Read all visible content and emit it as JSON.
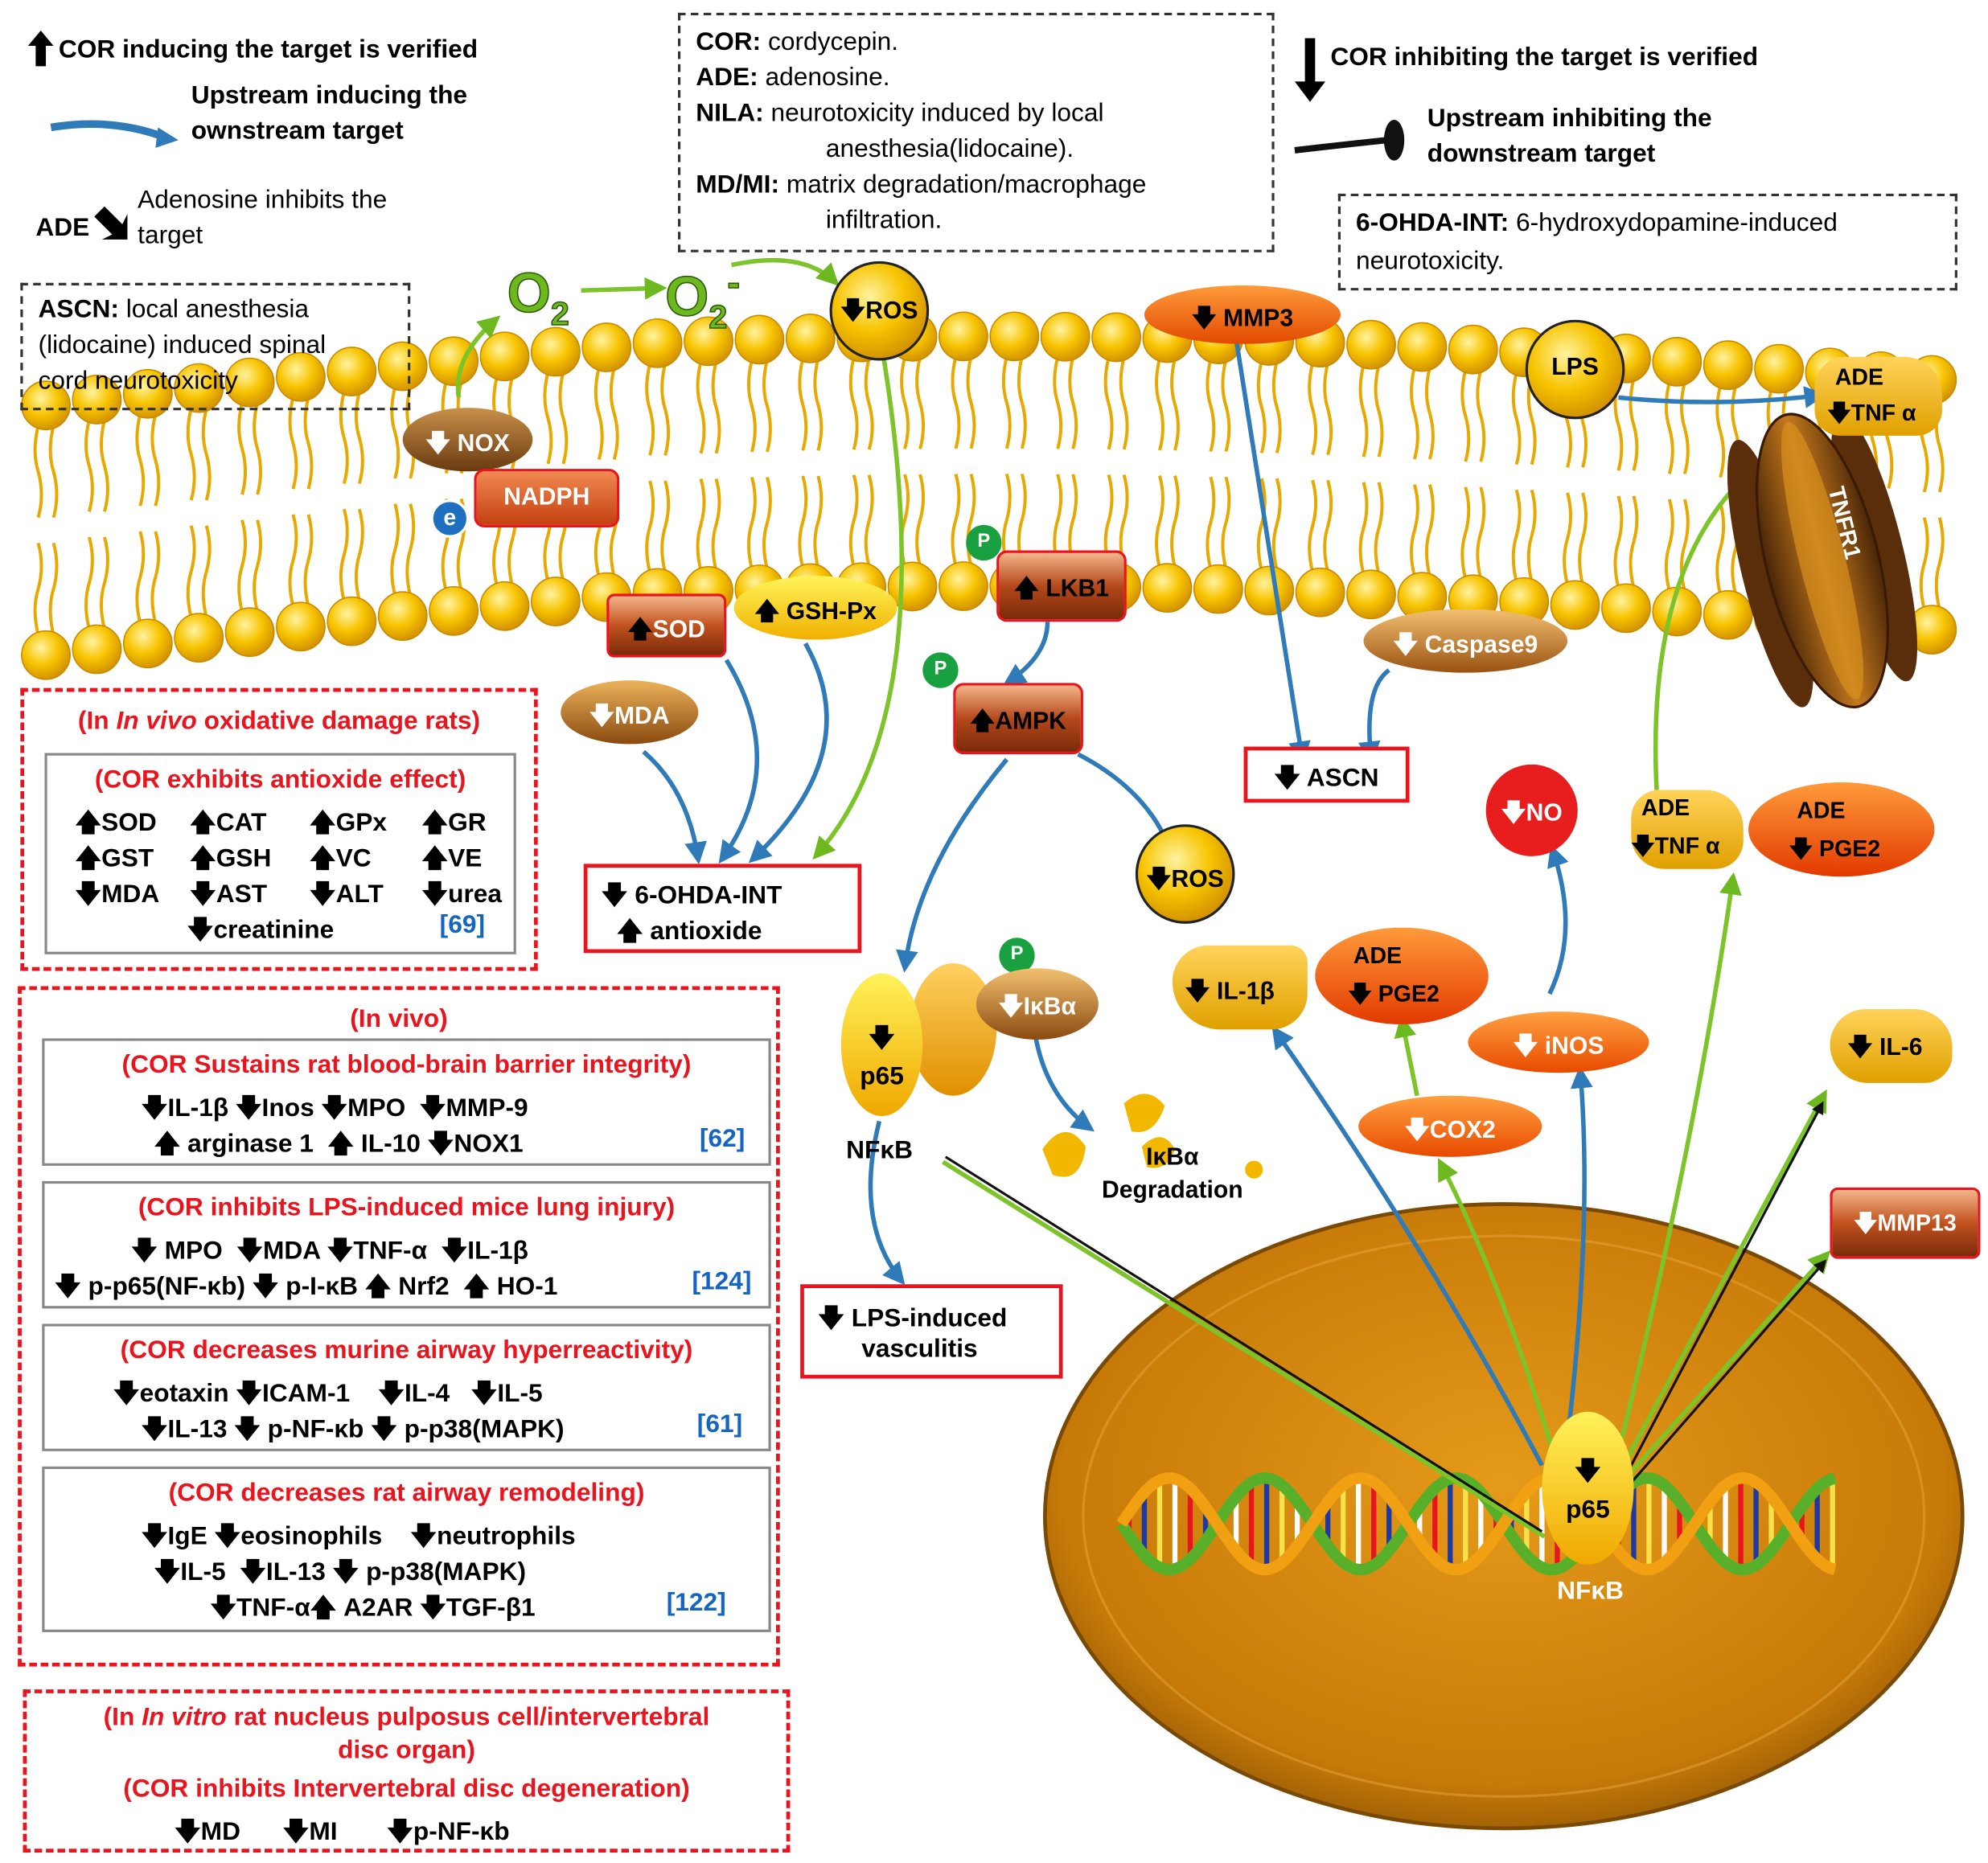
{
  "legend": {
    "induce_verified": "COR inducing the target is verified",
    "upstream_induce_1": "Upstream inducing the",
    "upstream_induce_2": "ownstream target",
    "ade_prefix": "ADE",
    "ade_inhibits_1": "Adenosine inhibits the",
    "ade_inhibits_2": "target",
    "inhibit_verified": "COR inhibiting the target is verified",
    "upstream_inhibit_1": "Upstream inhibiting the",
    "upstream_inhibit_2": "downstream target"
  },
  "abbreviations": {
    "cor_key": "COR:",
    "cor_val": "cordycepin.",
    "ade_key": "ADE:",
    "ade_val": "adenosine.",
    "nila_key": "NILA:",
    "nila_val_1": "neurotoxicity induced  by local",
    "nila_val_2": "anesthesia(lidocaine).",
    "mdmi_key": "MD/MI:",
    "mdmi_val_1": "matrix degradation/macrophage",
    "mdmi_val_2": "infiltration.",
    "ascn_key": "ASCN:",
    "ascn_val_1": "local anesthesia",
    "ascn_val_2": "(lidocaine) induced  spinal",
    "ascn_val_3": "cord neurotoxicity",
    "ohda_key": "6-OHDA-INT:",
    "ohda_val_1": "6-hydroxydopamine-induced",
    "ohda_val_2": "neurotoxicity."
  },
  "pathway": {
    "o2": "O",
    "o2_sub": "2",
    "superoxide_sup": "-",
    "ros_top": "ROS",
    "mmp3": "MMP3",
    "lps": "LPS",
    "ade": "ADE",
    "tnf": "TNF α",
    "tnfr1": "TNFR1",
    "nox": "NOX",
    "nadph": "NADPH",
    "electron": "e",
    "p": "P",
    "lkb1": "LKB1",
    "ampk": "AMPK",
    "sod": "SOD",
    "gshpx": "GSH-Px",
    "mda": "MDA",
    "caspase9": "Caspase9",
    "ascn": "ASCN",
    "ohda_int": "6-OHDA-INT",
    "antioxide": "antioxide",
    "ros_mid": "ROS",
    "no": "NO",
    "pge2": "PGE2",
    "il1b": "IL-1β",
    "inos": "iNOS",
    "cox2": "COX2",
    "il6": "IL-6",
    "mmp13": "MMP13",
    "p65": "p65",
    "nfkb": "NFκB",
    "ikba": "IκBα",
    "ikba_deg_1": "IκBα",
    "ikba_deg_2": "Degradation",
    "lps_vasc_1": "LPS-induced",
    "lps_vasc_2": "vasculitis",
    "nuc_p65": "p65",
    "nuc_nfkb": "NFκB"
  },
  "panel_oxidative": {
    "header_pre": "(In ",
    "header_em": "In vivo",
    "header_post": " oxidative damage rats)",
    "sub": "(COR exhibits antioxide effect)",
    "rows": [
      [
        "SOD",
        "CAT",
        "GPx",
        "GR"
      ],
      [
        "GST",
        "GSH",
        "VC",
        "VE"
      ],
      [
        "MDA",
        "AST",
        "ALT",
        "urea"
      ]
    ],
    "last": "creatinine",
    "ref": "[69]"
  },
  "panel_invivo": {
    "header": "(In vivo)",
    "b1": {
      "title": "(COR Sustains rat blood-brain barrier integrity)",
      "r1": [
        "IL-1β",
        "Inos",
        "MPO",
        "MMP-9"
      ],
      "r2": [
        "arginase  1",
        "IL-10",
        "NOX1"
      ],
      "ref": "[62]"
    },
    "b2": {
      "title": "(COR inhibits LPS-induced mice lung injury)",
      "r1": [
        "MPO",
        "MDA",
        "TNF-α",
        "IL-1β"
      ],
      "r2": [
        "p-p65(NF-κb)",
        "p-I-κB",
        "Nrf2",
        "HO-1"
      ],
      "ref": "[124]"
    },
    "b3": {
      "title": "(COR decreases murine airway hyperreactivity)",
      "r1": [
        "eotaxin",
        "ICAM-1",
        "IL-4",
        "IL-5"
      ],
      "r2": [
        "IL-13",
        "p-NF-κb",
        "p-p38(MAPK)"
      ],
      "ref": "[61]"
    },
    "b4": {
      "title": "(COR decreases rat airway remodeling)",
      "r1": [
        "IgE",
        "eosinophils",
        "neutrophils"
      ],
      "r2": [
        "IL-5",
        "IL-13",
        "p-p38(MAPK)"
      ],
      "r3": [
        "TNF-α",
        "A2AR",
        "TGF-β1"
      ],
      "ref": "[122]"
    }
  },
  "panel_invitro": {
    "l1_pre": "(In ",
    "l1_em": "In vitro",
    "l1_post": " rat nucleus pulposus cell/intervertebral",
    "l2": "disc organ)",
    "l3": "(COR inhibits Intervertebral disc degeneration)",
    "items": [
      "MD",
      "MI",
      "p-NF-κb"
    ]
  },
  "colors": {
    "red": "#e8141e",
    "blue_ref": "#1565c0",
    "blue_arrow": "#2f7ab8",
    "green_arrow": "#7cc42a",
    "lipid": "#f2b800",
    "nucleus": "#d58a10"
  }
}
